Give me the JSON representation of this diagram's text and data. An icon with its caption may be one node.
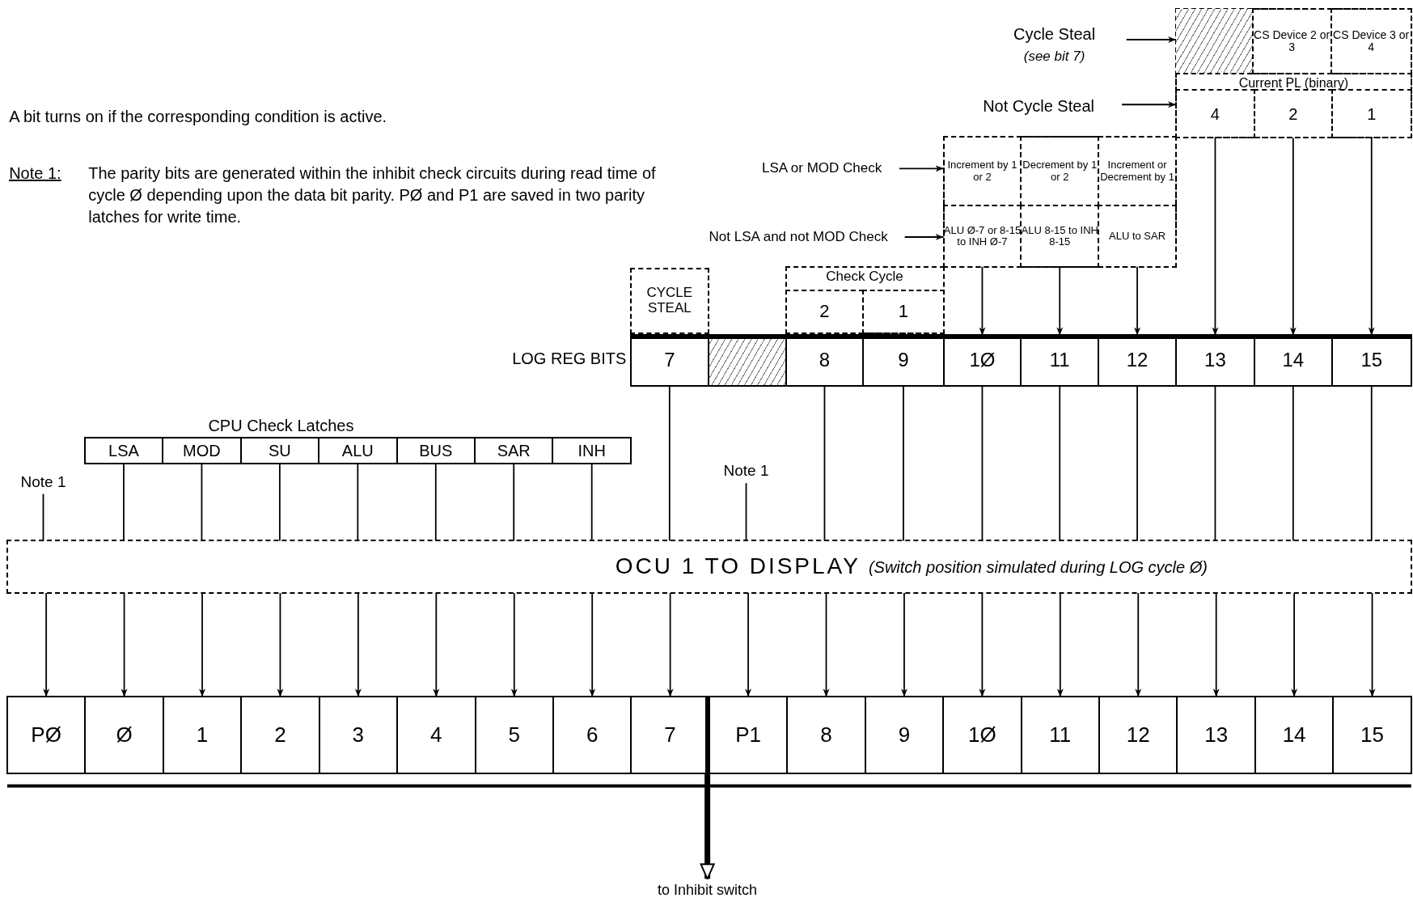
{
  "diagram": {
    "nodes": [
      {
        "text": [],
        "shape": "box"
      },
      {
        "text": [],
        "shape": "box",
        "in": 0
      },
      {
        "text": [
          "CS Device 2 or 3"
        ],
        "in": 0
      },
      {
        "text": [
          "CS Device 3 or 4"
        ],
        "in": 0
      },
      {
        "text": [
          "Current PL (binary)"
        ],
        "in": 0
      },
      {
        "text": [
          "4"
        ],
        "in": 4
      },
      {
        "text": [
          "2"
        ],
        "in": 4
      },
      {
        "text": [
          "1"
        ],
        "in": 4
      },
      {
        "text": [
          "Cycle Steal",
          "(see bit 7)"
        ]
      },
      {
        "text": [
          "Not Cycle Steal"
        ]
      },
      {
        "text": [],
        "shape": "box"
      },
      {
        "text": [
          "Increment by 1 or 2"
        ],
        "in": 10
      },
      {
        "text": [
          "Decrement by 1 or 2"
        ],
        "in": 10
      },
      {
        "text": [
          "Increment or Decrement by 1"
        ],
        "in": 10
      },
      {
        "text": [
          "ALU Ø-7 or 8-15 to INH Ø-7"
        ],
        "in": 10
      },
      {
        "text": [
          "ALU 8-15 to INH 8-15"
        ],
        "in": 10
      },
      {
        "text": [
          "ALU to SAR"
        ],
        "in": 10
      },
      {
        "text": [
          "LSA or MOD Check"
        ]
      },
      {
        "text": [
          "Not LSA and not MOD Check"
        ]
      },
      {
        "text": [
          "CYCLE STEAL"
        ]
      },
      {
        "text": [
          "Check Cycle"
        ]
      },
      {
        "text": [
          "2"
        ],
        "in": 20
      },
      {
        "text": [
          "1"
        ],
        "in": 20
      },
      {
        "text": [
          "7"
        ]
      },
      {
        "text": [],
        "shape": "box"
      },
      {
        "text": [
          "8"
        ]
      },
      {
        "text": [
          "9"
        ]
      },
      {
        "text": [
          "1Ø"
        ]
      },
      {
        "text": [
          "11"
        ]
      },
      {
        "text": [
          "12"
        ]
      },
      {
        "text": [
          "13"
        ]
      },
      {
        "text": [
          "14"
        ]
      },
      {
        "text": [
          "15"
        ]
      },
      {
        "text": [
          "CPU Check Latches"
        ]
      },
      {
        "text": [
          "LSA"
        ],
        "in": 33
      },
      {
        "text": [
          "MOD"
        ],
        "in": 33
      },
      {
        "text": [
          "SU"
        ],
        "in": 33
      },
      {
        "text": [
          "ALU"
        ],
        "in": 33
      },
      {
        "text": [
          "BUS"
        ],
        "in": 33
      },
      {
        "text": [
          "SAR"
        ],
        "in": 33
      },
      {
        "text": [
          "INH"
        ],
        "in": 33
      },
      {
        "text": [
          "Note 1"
        ]
      },
      {
        "text": [
          "Note 1"
        ]
      },
      {
        "text": [
          "OCU 1 TO DISPLAY",
          "(Switch position simulated during LOG cycle Ø)"
        ]
      },
      {
        "text": [],
        "shape": "box"
      },
      {
        "text": [
          "PØ"
        ],
        "in": 44
      },
      {
        "text": [
          "Ø"
        ],
        "in": 44
      },
      {
        "text": [
          "1"
        ],
        "in": 44
      },
      {
        "text": [
          "2"
        ],
        "in": 44
      },
      {
        "text": [
          "3"
        ],
        "in": 44
      },
      {
        "text": [
          "4"
        ],
        "in": 44
      },
      {
        "text": [
          "5"
        ],
        "in": 44
      },
      {
        "text": [
          "6"
        ],
        "in": 44
      },
      {
        "text": [
          "7"
        ],
        "in": 44
      },
      {
        "text": [
          "P1"
        ],
        "in": 44
      },
      {
        "text": [
          "8"
        ],
        "in": 44
      },
      {
        "text": [
          "9"
        ],
        "in": 44
      },
      {
        "text": [
          "1Ø"
        ],
        "in": 44
      },
      {
        "text": [
          "11"
        ],
        "in": 44
      },
      {
        "text": [
          "12"
        ],
        "in": 44
      },
      {
        "text": [
          "13"
        ],
        "in": 44
      },
      {
        "text": [
          "14"
        ],
        "in": 44
      },
      {
        "text": [
          "15"
        ],
        "in": 44
      },
      {
        "text": [
          "to Inhibit switch"
        ]
      }
    ],
    "edges": [
      {
        "from": 8,
        "to": 1,
        "arrow": "to"
      },
      {
        "from": 9,
        "to": 4,
        "arrow": "to"
      },
      {
        "from": 17,
        "to": 11,
        "arrow": "to"
      },
      {
        "from": 18,
        "to": 14,
        "arrow": "to"
      },
      {
        "from": 5,
        "to": 30,
        "arrow": "to"
      },
      {
        "from": 6,
        "to": 31,
        "arrow": "to"
      },
      {
        "from": 7,
        "to": 32,
        "arrow": "to"
      },
      {
        "from": 14,
        "to": 27,
        "arrow": "to"
      },
      {
        "from": 15,
        "to": 28,
        "arrow": "to"
      },
      {
        "from": 16,
        "to": 29,
        "arrow": "to"
      },
      {
        "from": 34,
        "to": 43,
        "arrow": "none"
      },
      {
        "from": 35,
        "to": 43,
        "arrow": "none"
      },
      {
        "from": 36,
        "to": 43,
        "arrow": "none"
      },
      {
        "from": 37,
        "to": 43,
        "arrow": "none"
      },
      {
        "from": 38,
        "to": 43,
        "arrow": "none"
      },
      {
        "from": 39,
        "to": 43,
        "arrow": "none"
      },
      {
        "from": 40,
        "to": 43,
        "arrow": "none"
      },
      {
        "from": 41,
        "to": 43,
        "arrow": "none"
      },
      {
        "from": 42,
        "to": 43,
        "arrow": "none"
      },
      {
        "from": 23,
        "to": 43,
        "arrow": "none"
      },
      {
        "from": 25,
        "to": 43,
        "arrow": "none"
      },
      {
        "from": 26,
        "to": 43,
        "arrow": "none"
      },
      {
        "from": 27,
        "to": 43,
        "arrow": "none"
      },
      {
        "from": 28,
        "to": 43,
        "arrow": "none"
      },
      {
        "from": 29,
        "to": 43,
        "arrow": "none"
      },
      {
        "from": 30,
        "to": 43,
        "arrow": "none"
      },
      {
        "from": 31,
        "to": 43,
        "arrow": "none"
      },
      {
        "from": 32,
        "to": 43,
        "arrow": "none"
      },
      {
        "from": 43,
        "to": 45,
        "arrow": "to"
      },
      {
        "from": 43,
        "to": 46,
        "arrow": "to"
      },
      {
        "from": 43,
        "to": 47,
        "arrow": "to"
      },
      {
        "from": 43,
        "to": 48,
        "arrow": "to"
      },
      {
        "from": 43,
        "to": 49,
        "arrow": "to"
      },
      {
        "from": 43,
        "to": 50,
        "arrow": "to"
      },
      {
        "from": 43,
        "to": 51,
        "arrow": "to"
      },
      {
        "from": 43,
        "to": 52,
        "arrow": "to"
      },
      {
        "from": 43,
        "to": 53,
        "arrow": "to"
      },
      {
        "from": 43,
        "to": 54,
        "arrow": "to"
      },
      {
        "from": 43,
        "to": 55,
        "arrow": "to"
      },
      {
        "from": 43,
        "to": 56,
        "arrow": "to"
      },
      {
        "from": 43,
        "to": 57,
        "arrow": "to"
      },
      {
        "from": 43,
        "to": 58,
        "arrow": "to"
      },
      {
        "from": 43,
        "to": 59,
        "arrow": "to"
      },
      {
        "from": 43,
        "to": 60,
        "arrow": "to"
      },
      {
        "from": 43,
        "to": 61,
        "arrow": "to"
      },
      {
        "from": 43,
        "to": 62,
        "arrow": "to"
      },
      {
        "from": 44,
        "to": 63,
        "arrow": "to",
        "style": "thick"
      }
    ],
    "labels": [
      "A bit turns on if the corresponding condition is active.",
      "Note 1:",
      "The parity bits are generated within the inhibit check circuits during read time of cycle Ø depending upon the data bit parity. PØ and P1 are saved in two parity latches for write time.",
      "LOG REG BITS"
    ]
  }
}
